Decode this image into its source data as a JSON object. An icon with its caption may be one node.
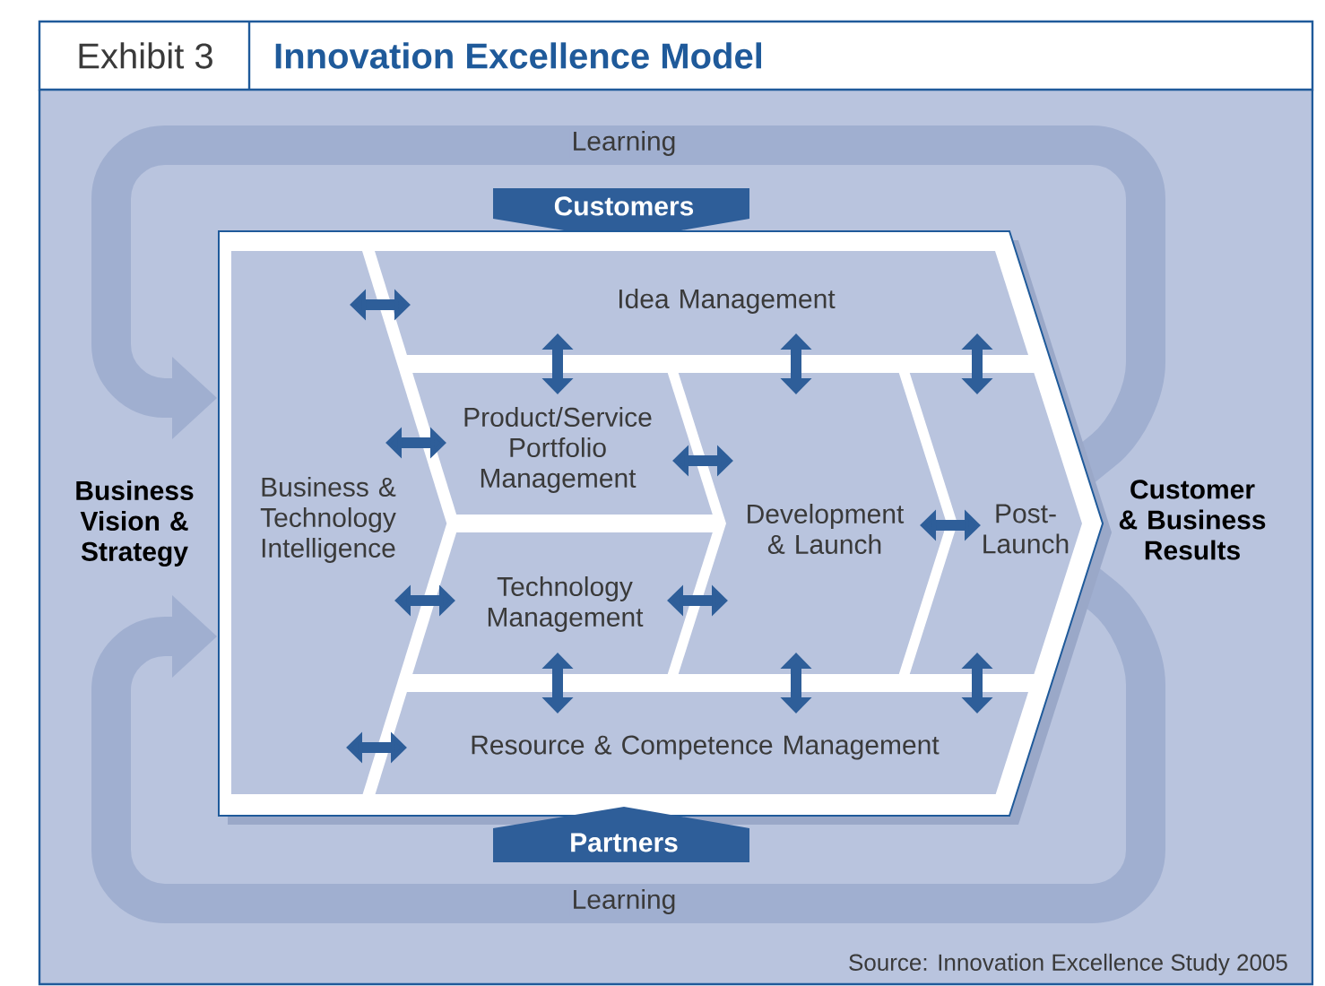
{
  "diagram": {
    "title": "Innovation Excellence Model",
    "caption": "Source: Innovation Excellence Study 2005",
    "nodes": [
      {
        "text": [
          "Business Vision & Strategy"
        ]
      },
      {
        "text": [
          "Customers"
        ]
      },
      {
        "text": [],
        "shape": "chevron"
      },
      {
        "text": [
          "Idea Management"
        ],
        "in": 2
      },
      {
        "text": [
          "Business & Technology Intelligence"
        ],
        "in": 2
      },
      {
        "text": [
          "Product/Service Portfolio Management"
        ],
        "in": 2
      },
      {
        "text": [
          "Development & Launch"
        ],
        "in": 2
      },
      {
        "text": [
          "Post-Launch"
        ],
        "in": 2
      },
      {
        "text": [
          "Technology Management"
        ],
        "in": 2
      },
      {
        "text": [
          "Resource & Competence Management"
        ],
        "in": 2
      },
      {
        "text": [
          "Customer & Business Results"
        ]
      },
      {
        "text": [
          "Partners"
        ]
      }
    ],
    "edges": [
      {
        "from": 4,
        "to": 3,
        "arrow": "both"
      },
      {
        "from": 3,
        "to": 5,
        "arrow": "both"
      },
      {
        "from": 3,
        "to": 6,
        "arrow": "both"
      },
      {
        "from": 3,
        "to": 7,
        "arrow": "both"
      },
      {
        "from": 4,
        "to": 5,
        "arrow": "both"
      },
      {
        "from": 5,
        "to": 6,
        "arrow": "both"
      },
      {
        "from": 4,
        "to": 8,
        "arrow": "both"
      },
      {
        "from": 8,
        "to": 6,
        "arrow": "both"
      },
      {
        "from": 6,
        "to": 7,
        "arrow": "both"
      },
      {
        "from": 8,
        "to": 9,
        "arrow": "both"
      },
      {
        "from": 6,
        "to": 9,
        "arrow": "both"
      },
      {
        "from": 7,
        "to": 9,
        "arrow": "both"
      },
      {
        "from": 4,
        "to": 9,
        "arrow": "both"
      },
      {
        "from": 7,
        "to": 4,
        "arrow": "to",
        "label": "Learning",
        "style": "thick",
        "color": "#a0afd0"
      },
      {
        "from": 7,
        "to": 4,
        "arrow": "to",
        "label": "Learning",
        "style": "thick",
        "color": "#a0afd0"
      }
    ],
    "labels": [
      "Exhibit 3"
    ]
  }
}
